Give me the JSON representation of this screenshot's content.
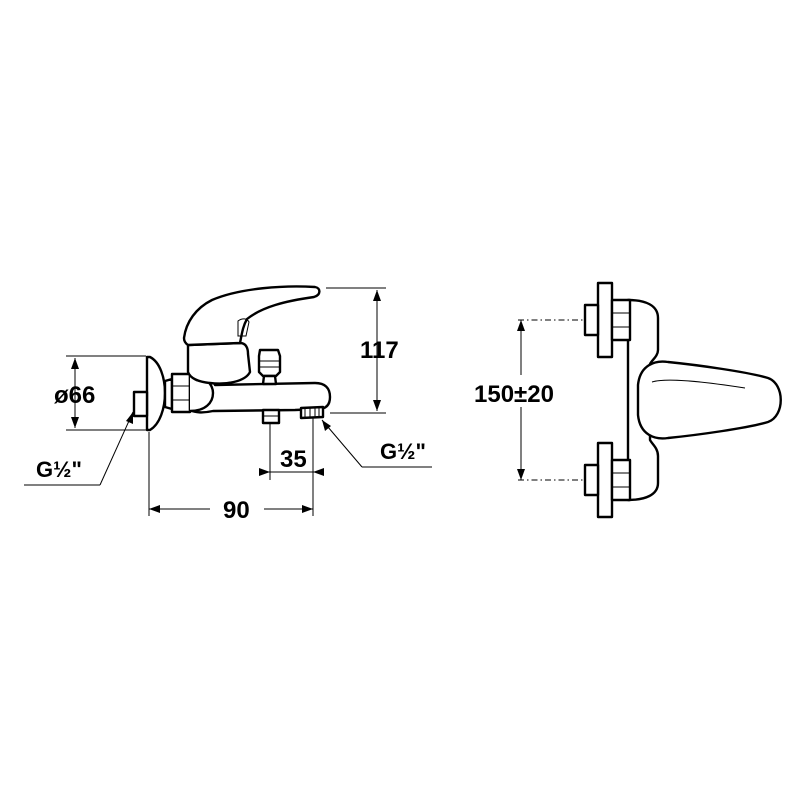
{
  "side_view": {
    "height_label": "117",
    "diameter_label": "ø66",
    "inlet_thread_label": "G½\"",
    "outlet_thread_label": "G½\"",
    "outlet_offset_label": "35",
    "projection_label": "90"
  },
  "top_view": {
    "center_distance_label": "150±20"
  }
}
